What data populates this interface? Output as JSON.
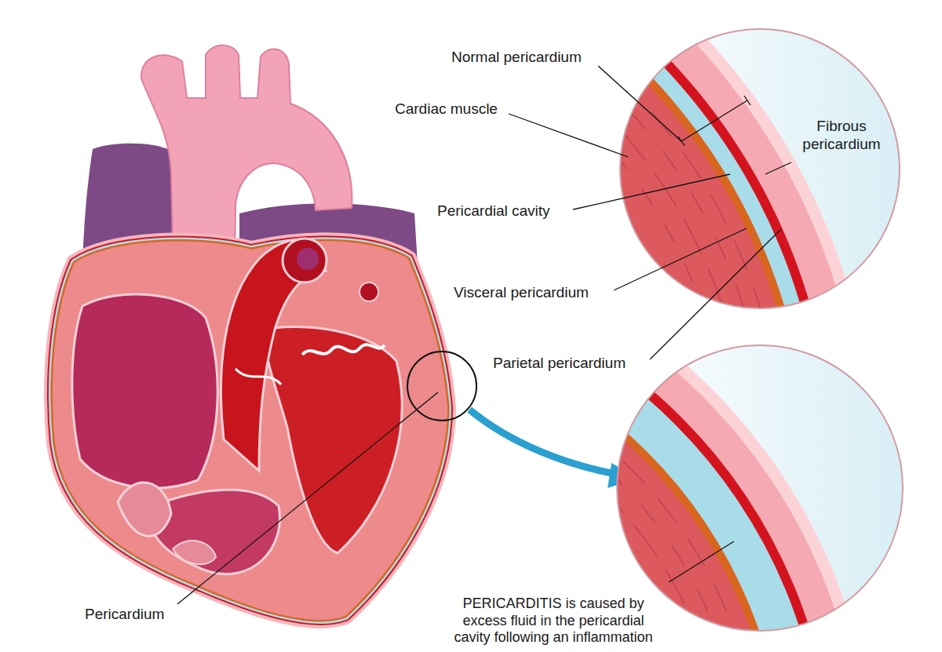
{
  "diagram": {
    "labels": [
      "Normal pericardium",
      "Cardiac muscle",
      "Fibrous pericardium",
      "Pericardial cavity",
      "Visceral pericardium",
      "Parietal pericardium",
      "Pericardium",
      "PERICARDITIS is caused by excess fluid in the pericardial cavity following an inflammation"
    ]
  }
}
